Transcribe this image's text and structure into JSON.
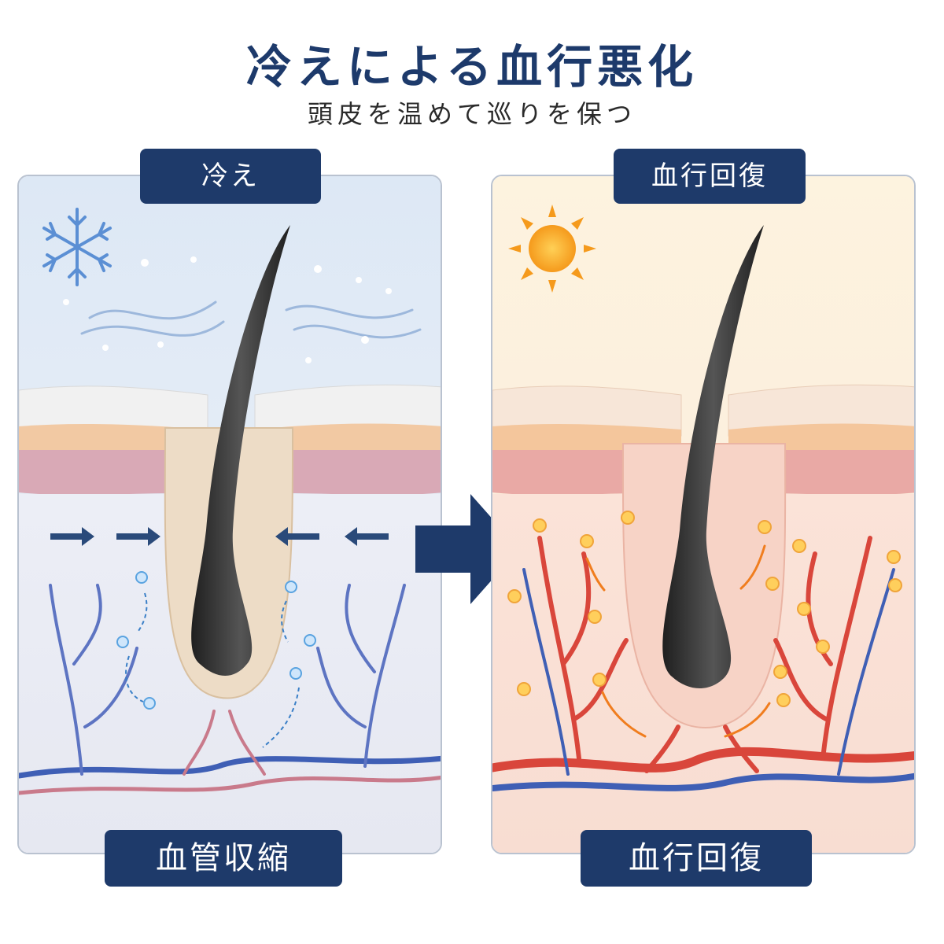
{
  "title": "冷えによる血行悪化",
  "subtitle": "頭皮を温めて巡りを保つ",
  "panels": {
    "cold": {
      "top_label": "冷え",
      "bottom_label": "血管収縮",
      "icon": "snowflake-icon",
      "background": "#e4ecf6",
      "accent": "#5b8fd4"
    },
    "warm": {
      "top_label": "血行回復",
      "bottom_label": "血行回復",
      "icon": "sun-icon",
      "background": "#fbeee0",
      "accent": "#f39a2b"
    }
  },
  "colors": {
    "navy": "#1e3a6a",
    "artery": "#d9463b",
    "vein": "#3f5fb5",
    "hair": "#2b2b2b"
  },
  "center_arrow": "arrow-right-icon"
}
